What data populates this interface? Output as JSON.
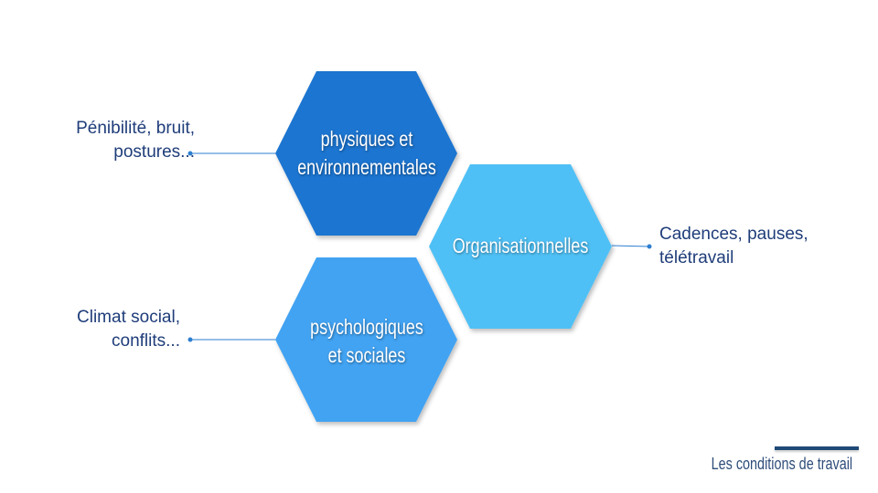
{
  "hexagons": [
    {
      "label_line1": "physiques et",
      "label_line2": "environnementales",
      "color": "#1b75d0"
    },
    {
      "label_line1": "Organisationnelles",
      "color": "#4fc0f5"
    },
    {
      "label_line1": "psychologiques",
      "label_line2": "et sociales",
      "color": "#42a3f2"
    }
  ],
  "notes": {
    "physiques": {
      "line1": "Pénibilité, bruit,",
      "line2": "postures..."
    },
    "organisation": {
      "line1": "Cadences, pauses,",
      "line2": "télétravail"
    },
    "psycho": {
      "line1": "Climat social,",
      "line2": "conflits..."
    }
  },
  "footer": "Les conditions de travail",
  "colors": {
    "connector": "#2d7fd0",
    "text": "#1f3d7a"
  }
}
